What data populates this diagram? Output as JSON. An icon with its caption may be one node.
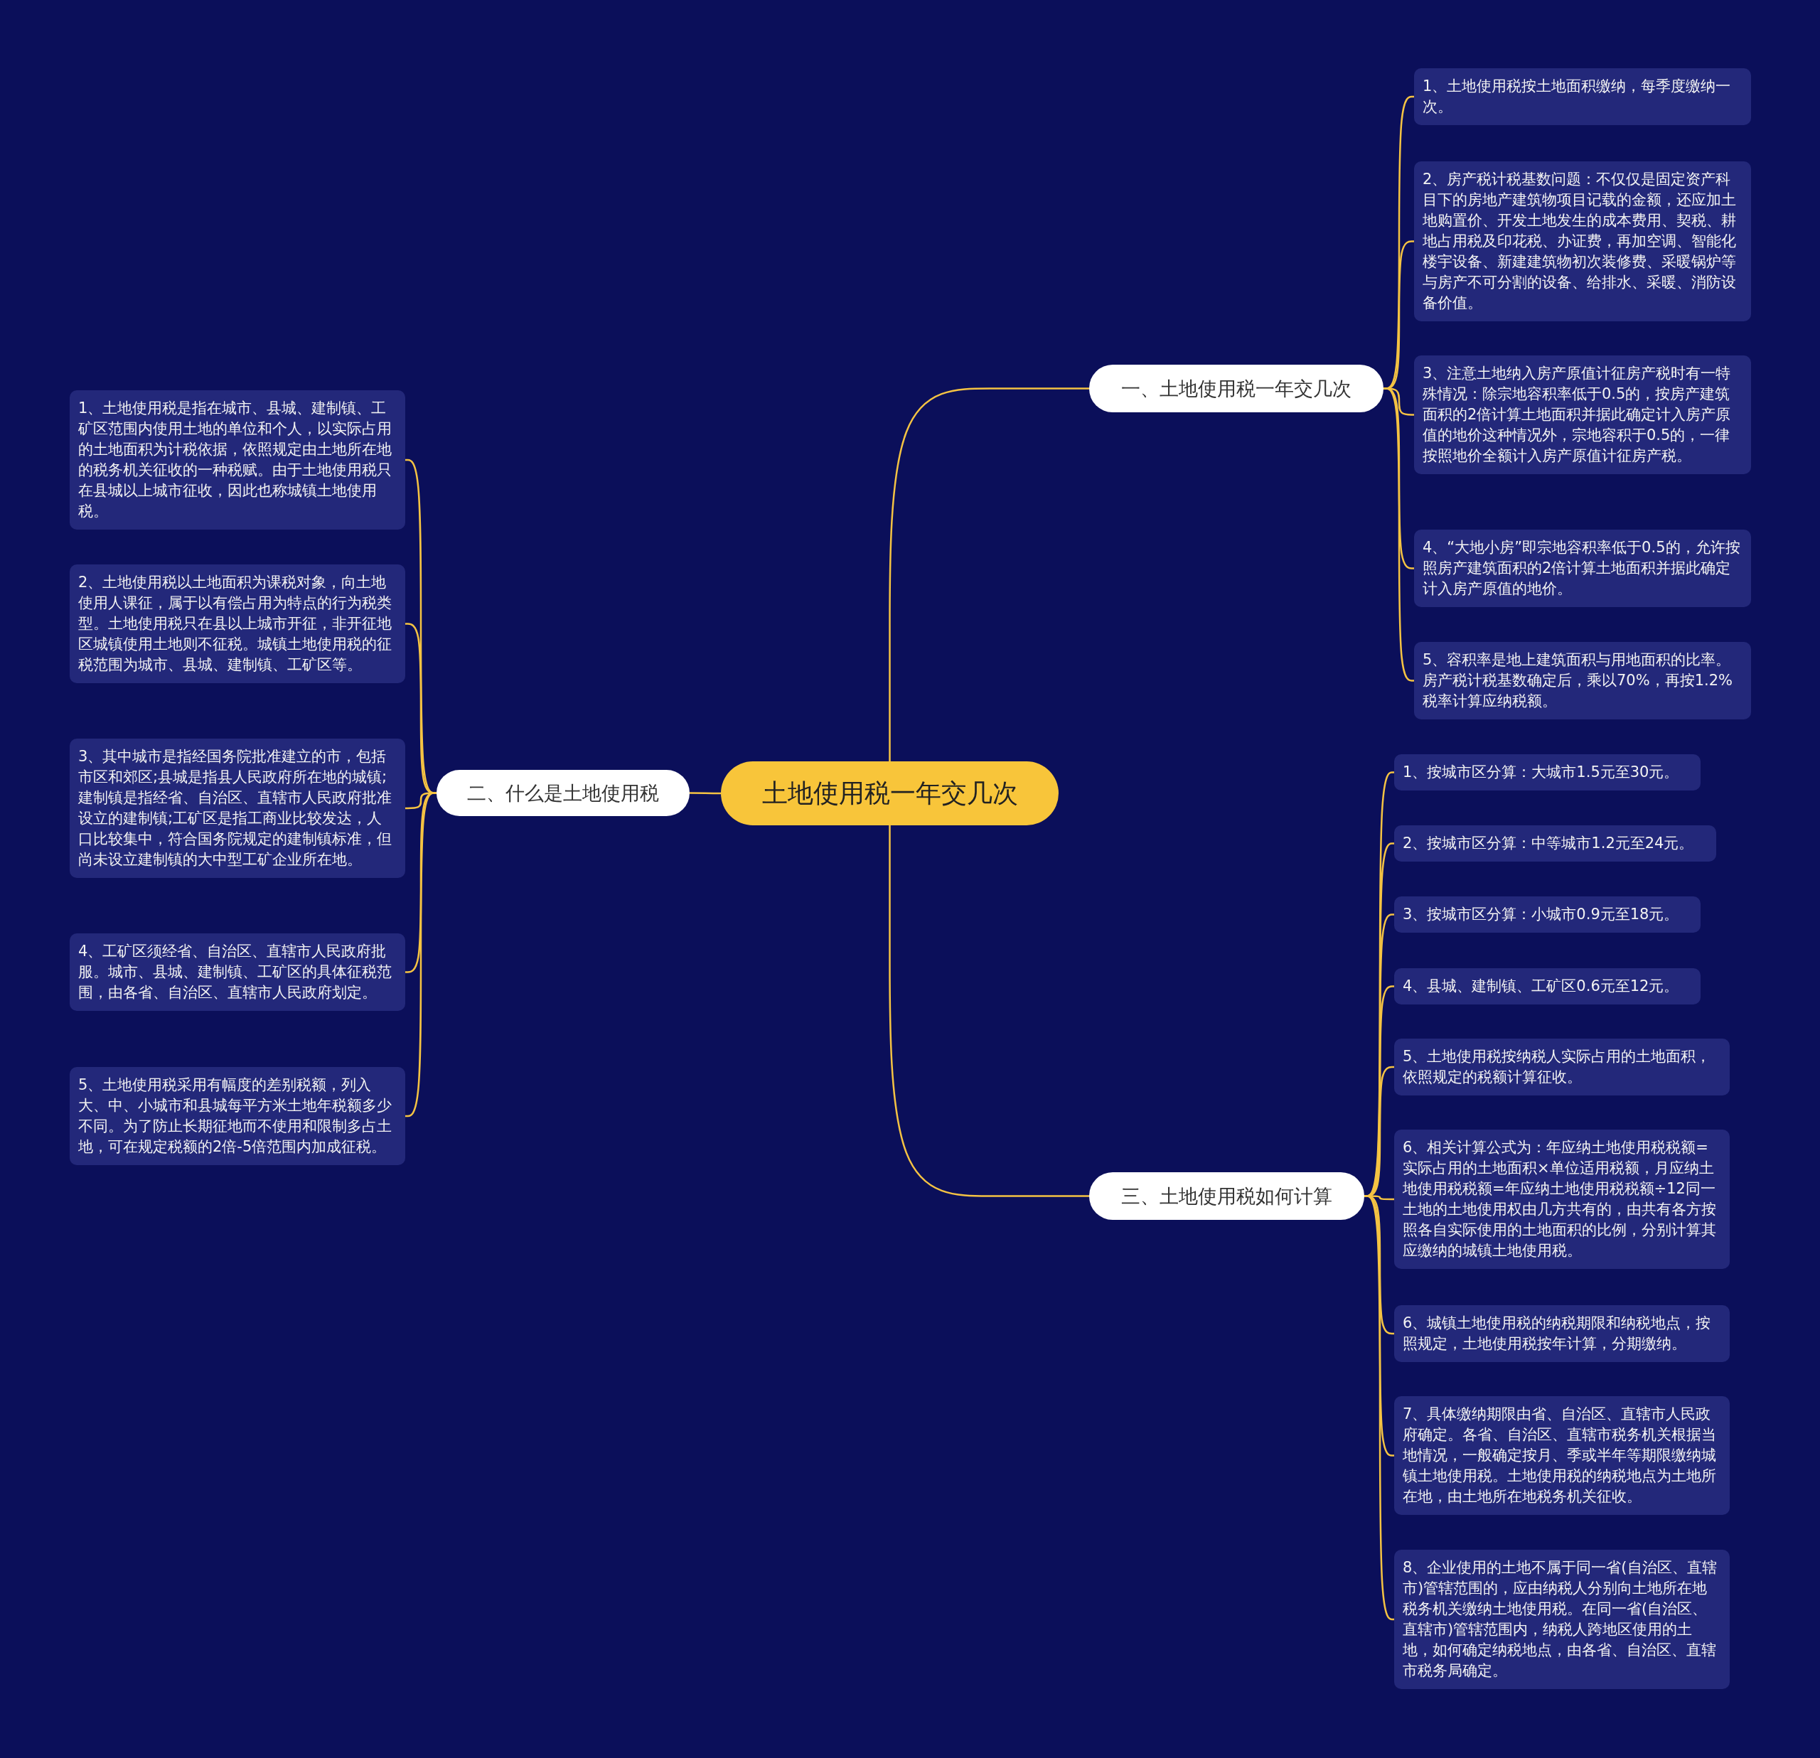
{
  "diagram": {
    "nodes": [
      {
        "text": [
          "土地使用税一年交几次"
        ]
      },
      {
        "text": [
          "一、土地使用税一年交几次"
        ]
      },
      {
        "text": [
          "1、土地使用税按土地面积缴纳，每季度缴纳一次。"
        ]
      },
      {
        "text": [
          "2、房产税计税基数问题：不仅仅是固定资产科目下的房地产建筑物项目记载的金额，还应加土地购置价、开发土地发生的成本费用、契税、耕地占用税及印花税、办证费，再加空调、智能化楼宇设备、新建建筑物初次装修费、采暖锅炉等与房产不可分割的设备、给排水、采暖、消防设备价值。"
        ]
      },
      {
        "text": [
          "3、注意土地纳入房产原值计征房产税时有一特殊情况：除宗地容积率低于0.5的，按房产建筑面积的2倍计算土地面积并据此确定计入房产原值的地价这种情况外，宗地容积于0.5的，一律按照地价全额计入房产原值计征房产税。"
        ]
      },
      {
        "text": [
          "4、“大地小房”即宗地容积率低于0.5的，允许按照房产建筑面积的2倍计算土地面积并据此确定计入房产原值的地价。"
        ]
      },
      {
        "text": [
          "5、容积率是地上建筑面积与用地面积的比率。房产税计税基数确定后，乘以70%，再按1.2%税率计算应纳税额。"
        ]
      },
      {
        "text": [
          "二、什么是土地使用税"
        ]
      },
      {
        "text": [
          "1、土地使用税是指在城市、县城、建制镇、工矿区范围内使用土地的单位和个人，以实际占用的土地面积为计税依据，依照规定由土地所在地的税务机关征收的一种税赋。由于土地使用税只在县城以上城市征收，因此也称城镇土地使用税。"
        ]
      },
      {
        "text": [
          "2、土地使用税以土地面积为课税对象，向土地使用人课征，属于以有偿占用为特点的行为税类型。土地使用税只在县以上城市开征，非开征地区城镇使用土地则不征税。城镇土地使用税的征税范围为城市、县城、建制镇、工矿区等。"
        ]
      },
      {
        "text": [
          "3、其中城市是指经国务院批准建立的市，包括市区和郊区;县城是指县人民政府所在地的城镇;建制镇是指经省、自治区、直辖市人民政府批准设立的建制镇;工矿区是指工商业比较发达，人口比较集中，符合国务院规定的建制镇标准，但尚未设立建制镇的大中型工矿企业所在地。"
        ]
      },
      {
        "text": [
          "4、工矿区须经省、自治区、直辖市人民政府批服。城市、县城、建制镇、工矿区的具体征税范围，由各省、自治区、直辖市人民政府划定。"
        ]
      },
      {
        "text": [
          "5、土地使用税采用有幅度的差别税额，列入大、中、小城市和县城每平方米土地年税额多少不同。为了防止长期征地而不使用和限制多占土地，可在规定税额的2倍-5倍范围内加成征税。"
        ]
      },
      {
        "text": [
          "三、土地使用税如何计算"
        ]
      },
      {
        "text": [
          "1、按城市区分算：大城市1.5元至30元。"
        ]
      },
      {
        "text": [
          "2、按城市区分算：中等城市1.2元至24元。"
        ]
      },
      {
        "text": [
          "3、按城市区分算：小城市0.9元至18元。"
        ]
      },
      {
        "text": [
          "4、县城、建制镇、工矿区0.6元至12元。"
        ]
      },
      {
        "text": [
          "5、土地使用税按纳税人实际占用的土地面积，依照规定的税额计算征收。"
        ]
      },
      {
        "text": [
          "6、相关计算公式为：年应纳土地使用税税额=实际占用的土地面积×单位适用税额，月应纳土地使用税税额=年应纳土地使用税税额÷12同一土地的土地使用权由几方共有的，由共有各方按照各自实际使用的土地面积的比例，分别计算其应缴纳的城镇土地使用税。"
        ]
      },
      {
        "text": [
          "6、城镇土地使用税的纳税期限和纳税地点，按照规定，土地使用税按年计算，分期缴纳。"
        ]
      },
      {
        "text": [
          "7、具体缴纳期限由省、自治区、直辖市人民政府确定。各省、自治区、直辖市税务机关根据当地情况，一般确定按月、季或半年等期限缴纳城镇土地使用税。土地使用税的纳税地点为土地所在地，由土地所在地税务机关征收。"
        ]
      },
      {
        "text": [
          "8、企业使用的土地不属于同一省(自治区、直辖市)管辖范围的，应由纳税人分别向土地所在地税务机关缴纳土地使用税。在同一省(自治区、直辖市)管辖范围内，纳税人跨地区使用的土地，如何确定纳税地点，由各省、自治区、直辖市税务局确定。"
        ]
      }
    ],
    "edges": [
      {
        "from": 0,
        "to": 1,
        "arrow": "none"
      },
      {
        "from": 1,
        "to": 2,
        "arrow": "none"
      },
      {
        "from": 1,
        "to": 3,
        "arrow": "none"
      },
      {
        "from": 1,
        "to": 4,
        "arrow": "none"
      },
      {
        "from": 1,
        "to": 5,
        "arrow": "none"
      },
      {
        "from": 1,
        "to": 6,
        "arrow": "none"
      },
      {
        "from": 0,
        "to": 7,
        "arrow": "none"
      },
      {
        "from": 7,
        "to": 8,
        "arrow": "none"
      },
      {
        "from": 7,
        "to": 9,
        "arrow": "none"
      },
      {
        "from": 7,
        "to": 10,
        "arrow": "none"
      },
      {
        "from": 7,
        "to": 11,
        "arrow": "none"
      },
      {
        "from": 7,
        "to": 12,
        "arrow": "none"
      },
      {
        "from": 0,
        "to": 13,
        "arrow": "none"
      },
      {
        "from": 13,
        "to": 14,
        "arrow": "none"
      },
      {
        "from": 13,
        "to": 15,
        "arrow": "none"
      },
      {
        "from": 13,
        "to": 16,
        "arrow": "none"
      },
      {
        "from": 13,
        "to": 17,
        "arrow": "none"
      },
      {
        "from": 13,
        "to": 18,
        "arrow": "none"
      },
      {
        "from": 13,
        "to": 19,
        "arrow": "none"
      },
      {
        "from": 13,
        "to": 20,
        "arrow": "none"
      },
      {
        "from": 13,
        "to": 21,
        "arrow": "none"
      },
      {
        "from": 13,
        "to": 22,
        "arrow": "none"
      }
    ]
  }
}
